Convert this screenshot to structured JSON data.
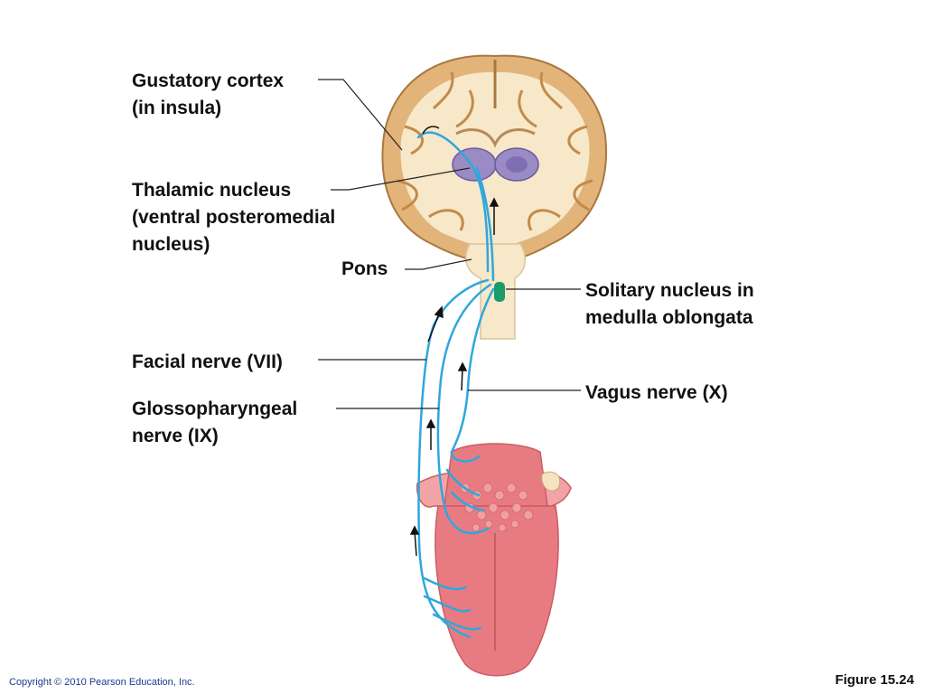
{
  "labels": {
    "gustatory_cortex": [
      "Gustatory cortex",
      "(in insula)"
    ],
    "thalamic_nucleus": [
      "Thalamic nucleus",
      "(ventral posteromedial",
      "nucleus)"
    ],
    "pons": [
      "Pons"
    ],
    "solitary_nucleus": [
      "Solitary nucleus in",
      "medulla oblongata"
    ],
    "facial_nerve": [
      "Facial nerve (VII)"
    ],
    "vagus_nerve": [
      "Vagus nerve (X)"
    ],
    "glossopharyngeal_nerve": [
      "Glossopharyngeal",
      "nerve (IX)"
    ]
  },
  "footer": {
    "copyright": "Copyright © 2010 Pearson Education, Inc.",
    "figure": "Figure 15.24"
  },
  "colors": {
    "nerve": "#2fa7dc",
    "brain_white": "#f6e6c6",
    "brain_gray": "#e0b57a",
    "thalamus": "#9a8bc4",
    "solitary_nucleus": "#1c9a6a",
    "tongue": "#e87b82"
  }
}
